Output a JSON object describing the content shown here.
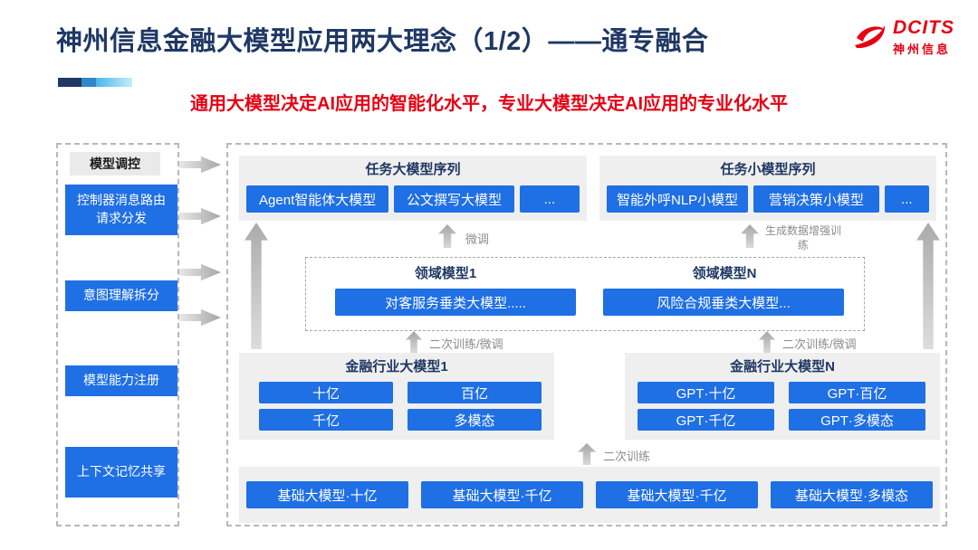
{
  "header": {
    "title": "神州信息金融大模型应用两大理念（1/2）——通专融合"
  },
  "logo": {
    "brand": "DCITS",
    "company": "神州信息"
  },
  "subtitle": "通用大模型决定AI应用的智能化水平，专业大模型决定AI应用的专业化水平",
  "sidebar": {
    "title": "模型调控",
    "items": [
      "控制器消息路由请求分发",
      "意图理解拆分",
      "模型能力注册",
      "上下文记忆共享"
    ]
  },
  "task_large": {
    "title": "任务大模型序列",
    "items": [
      "Agent智能体大模型",
      "公文撰写大模型",
      "..."
    ]
  },
  "task_small": {
    "title": "任务小模型序列",
    "items": [
      "智能外呼NLP小模型",
      "营销决策小模型",
      "..."
    ]
  },
  "domain": {
    "left": {
      "title": "领域模型1",
      "model": "对客服务垂类大模型....."
    },
    "right": {
      "title": "领域模型N",
      "model": "风险合规垂类大模型..."
    }
  },
  "industry_left": {
    "title": "金融行业大模型1",
    "items": [
      "十亿",
      "百亿",
      "千亿",
      "多模态"
    ]
  },
  "industry_right": {
    "title": "金融行业大模型N",
    "items": [
      "GPT·十亿",
      "GPT·百亿",
      "GPT·千亿",
      "GPT·多模态"
    ]
  },
  "base": {
    "items": [
      "基础大模型·十亿",
      "基础大模型·千亿",
      "基础大模型·千亿",
      "基础大模型·多模态"
    ]
  },
  "arrow_labels": {
    "finetune": "微调",
    "data_aug": "生成数据增强训练",
    "retrain_ft": "二次训练/微调",
    "retrain": "二次训练"
  },
  "colors": {
    "accent_blue": "#1f6fe5",
    "navy": "#1f3864",
    "red": "#e60012",
    "panel_gray": "#efefef"
  }
}
